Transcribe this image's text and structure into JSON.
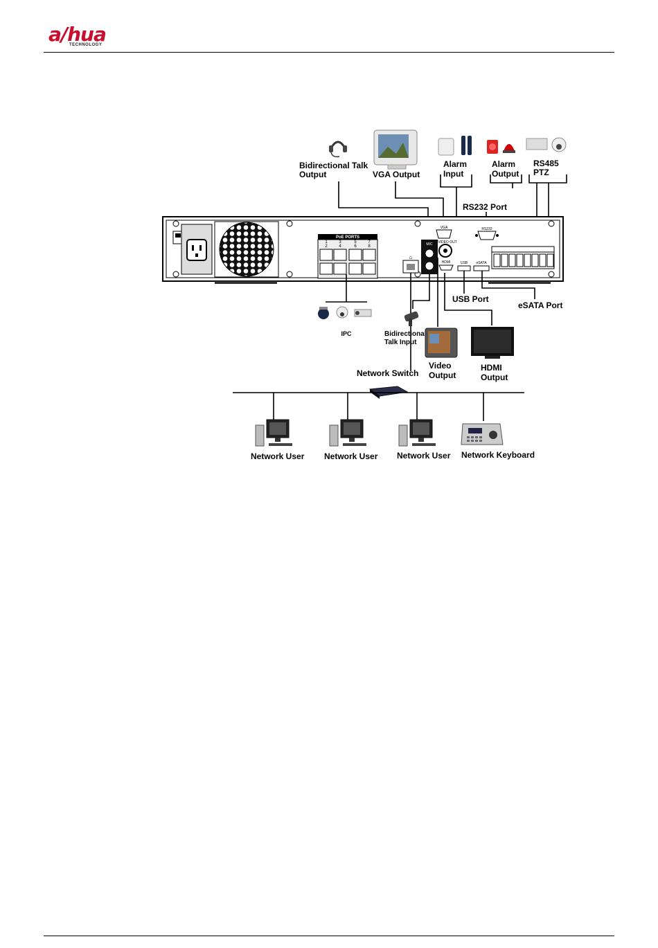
{
  "header": {
    "logo_text": "a/hua",
    "logo_subtext": "TECHNOLOGY"
  },
  "diagram": {
    "labels": {
      "bidirectional_talk_output_l1": "Bidirectional Talk",
      "bidirectional_talk_output_l2": "Output",
      "vga_output": "VGA Output",
      "alarm_input_l1": "Alarm",
      "alarm_input_l2": "Input",
      "alarm_output_l1": "Alarm",
      "alarm_output_l2": "Output",
      "rs485_l1": "RS485",
      "rs485_l2": "PTZ",
      "rs232_port": "RS232 Port",
      "usb_port": "USB Port",
      "esata_port": "eSATA Port",
      "ipc": "IPC",
      "bidirectional_talk_input_l1": "Bidirectional",
      "bidirectional_talk_input_l2": "Talk Input",
      "network_switch": "Network Switch",
      "video_output_l1": "Video",
      "video_output_l2": "Output",
      "hdmi_output_l1": "HDMI",
      "hdmi_output_l2": "Output",
      "network_user_1": "Network User",
      "network_user_2": "Network User",
      "network_user_3": "Network User",
      "network_keyboard": "Network Keyboard"
    },
    "panel_labels": {
      "poe_ports": "PoE PORTS",
      "vga": "VGA",
      "rs232": "RS232",
      "video_out": "VIDEO OUT",
      "hdmi": "HDMI",
      "usb": "USB",
      "esata": "eSATA",
      "mic": "MIC",
      "poe_top": [
        "1",
        "3",
        "5",
        "7"
      ],
      "poe_bottom": [
        "2",
        "4",
        "6",
        "8"
      ]
    }
  }
}
